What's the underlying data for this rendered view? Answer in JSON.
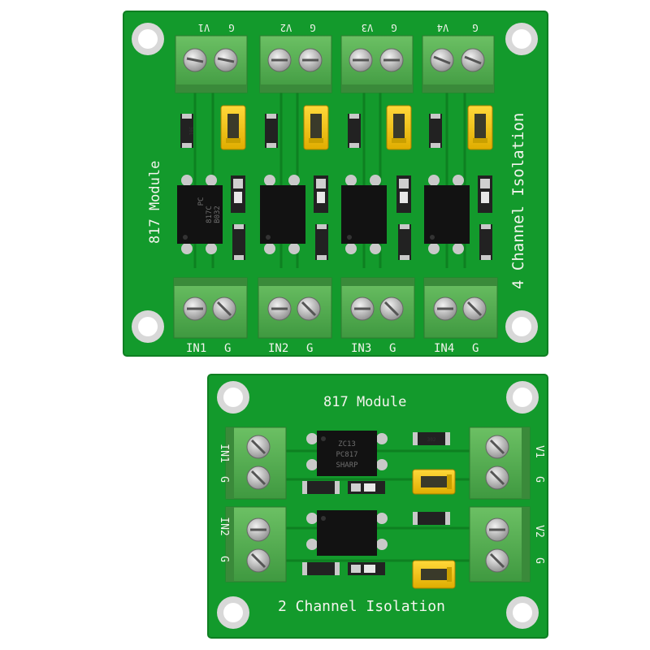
{
  "board_4ch": {
    "module_label": "817 Module",
    "channel_label": "4 Channel Isolation",
    "top_pins": [
      [
        "V1",
        "G"
      ],
      [
        "V2",
        "G"
      ],
      [
        "V3",
        "G"
      ],
      [
        "V4",
        "G"
      ]
    ],
    "bottom_pins": [
      [
        "IN1",
        "G"
      ],
      [
        "IN2",
        "G"
      ],
      [
        "IN3",
        "G"
      ],
      [
        "IN4",
        "G"
      ]
    ],
    "chip_lines": [
      "PC",
      "817C",
      "B032"
    ],
    "resistor_code": "301"
  },
  "board_2ch": {
    "module_label": "817 Module",
    "channel_label": "2 Channel Isolation",
    "left_pins": [
      [
        "IN1",
        "G"
      ],
      [
        "IN2",
        "G"
      ]
    ],
    "right_pins": [
      [
        "V1",
        "G"
      ],
      [
        "V2",
        "G"
      ]
    ],
    "chip_lines": [
      "ZC13",
      "PC817",
      "SHARP"
    ],
    "resistor_code": "302"
  },
  "colors": {
    "pcb": "#139a2c",
    "pcb_edge": "#0f7f22",
    "terminal": "#52ab4f",
    "jumper": "#f2c40f",
    "silkscreen": "#f4f4ee"
  }
}
